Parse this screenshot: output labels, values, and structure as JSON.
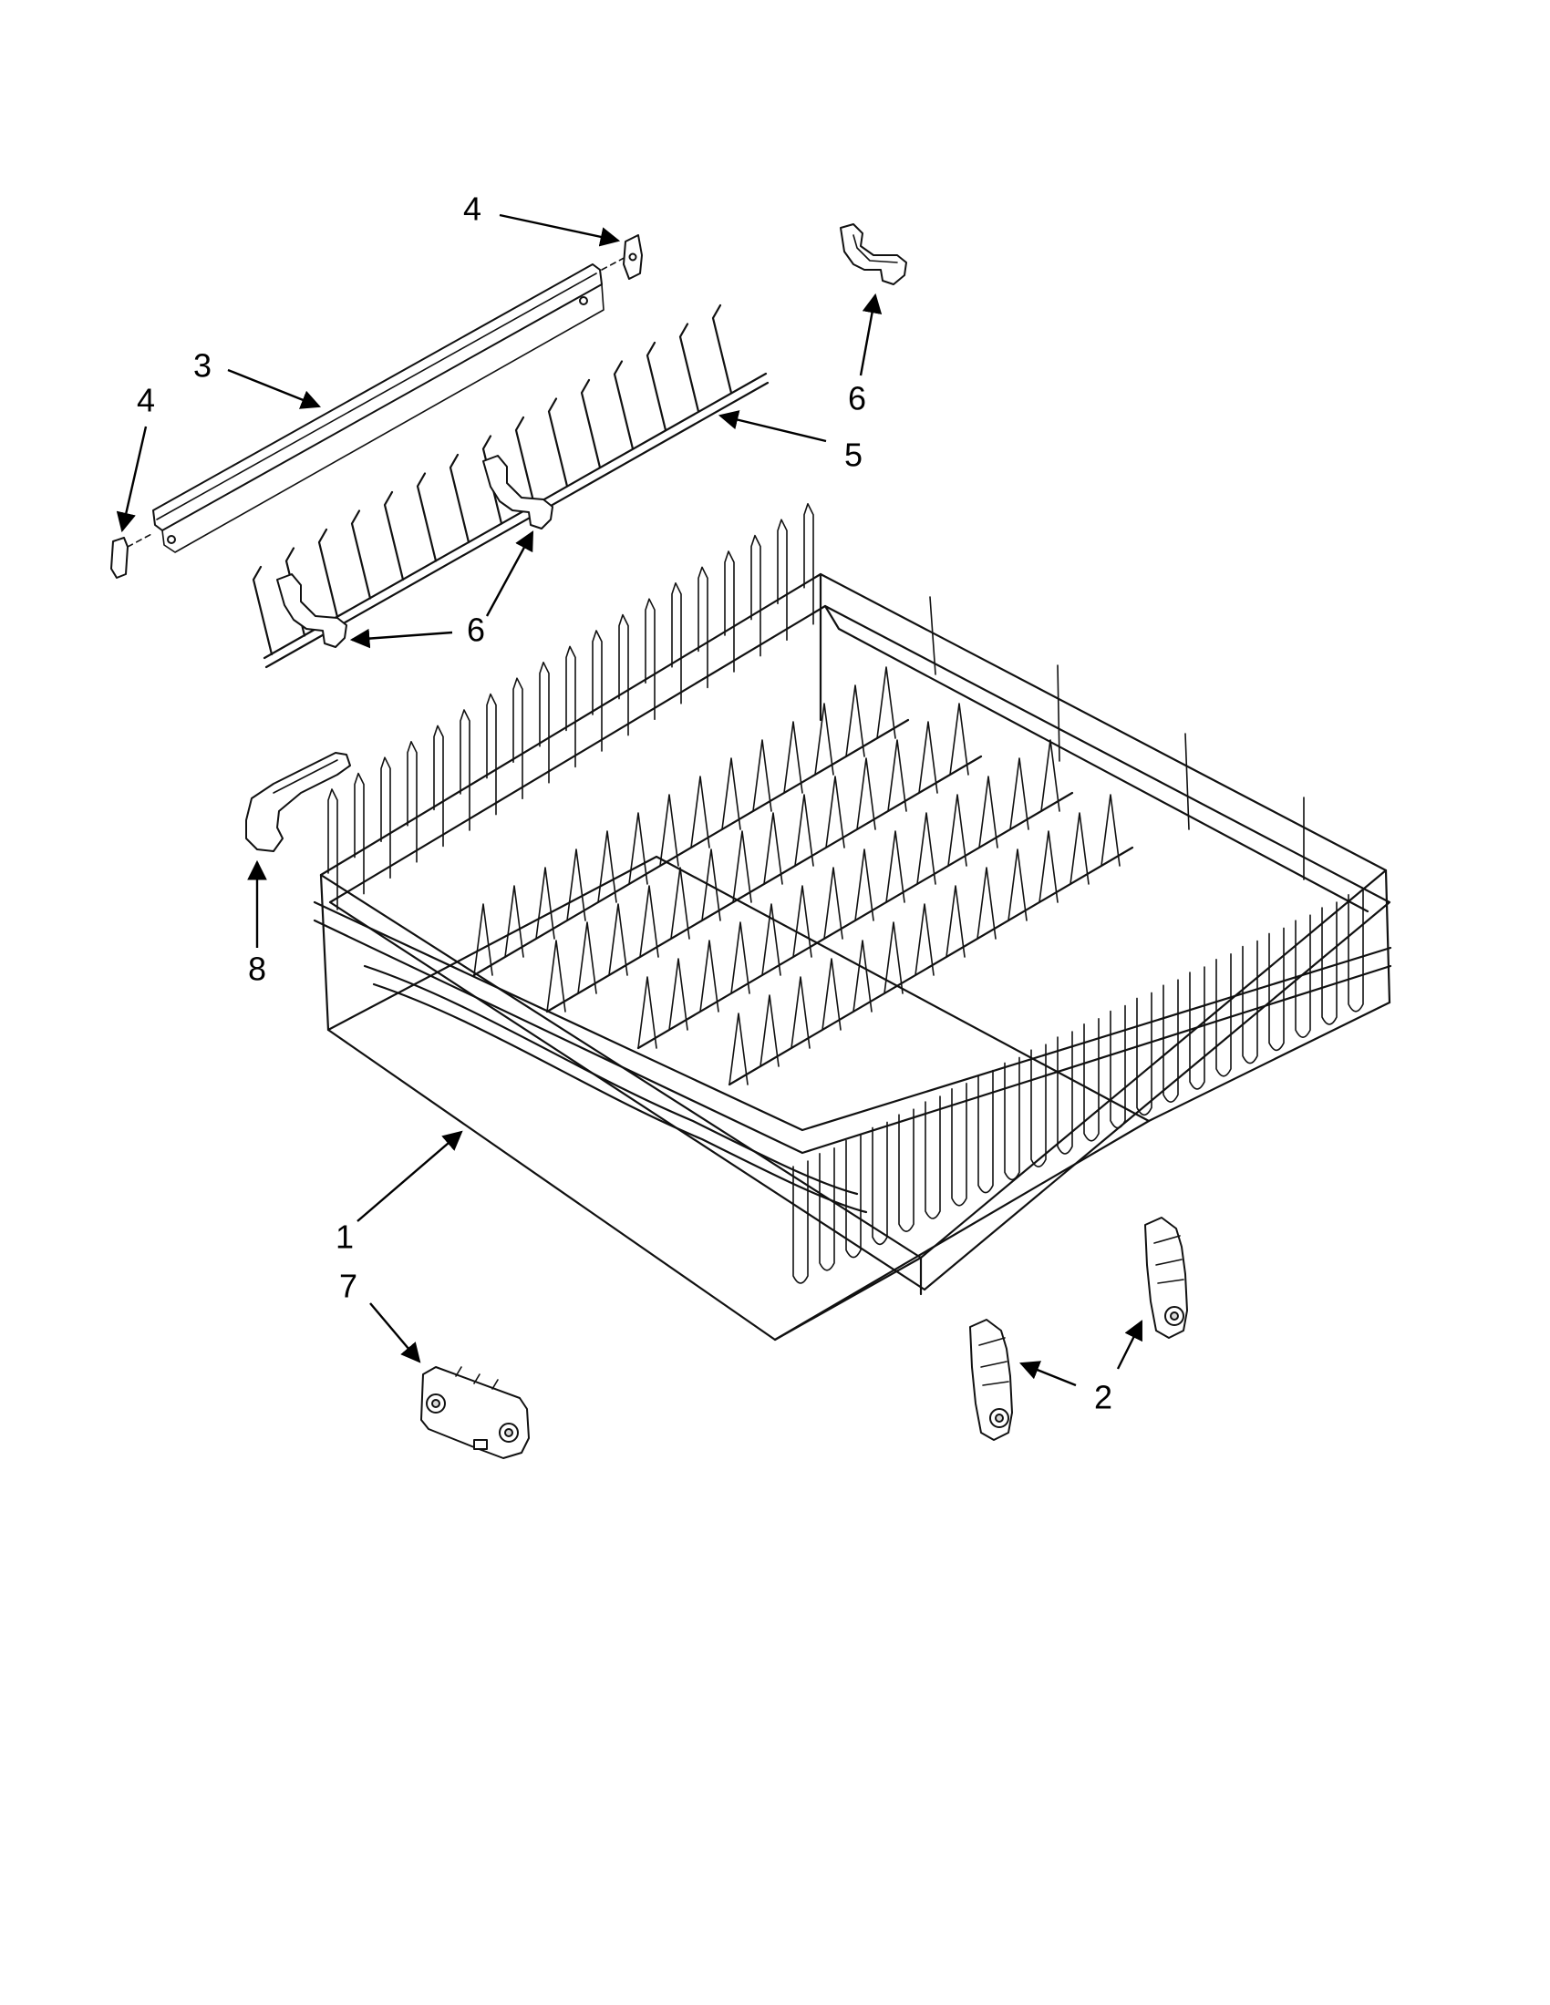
{
  "diagram": {
    "callouts": [
      {
        "id": "c4a",
        "label": "4"
      },
      {
        "id": "c3",
        "label": "3"
      },
      {
        "id": "c4b",
        "label": "4"
      },
      {
        "id": "c6a",
        "label": "6"
      },
      {
        "id": "c5",
        "label": "5"
      },
      {
        "id": "c6b",
        "label": "6"
      },
      {
        "id": "c8",
        "label": "8"
      },
      {
        "id": "c1",
        "label": "1"
      },
      {
        "id": "c7",
        "label": "7"
      },
      {
        "id": "c2",
        "label": "2"
      }
    ]
  }
}
